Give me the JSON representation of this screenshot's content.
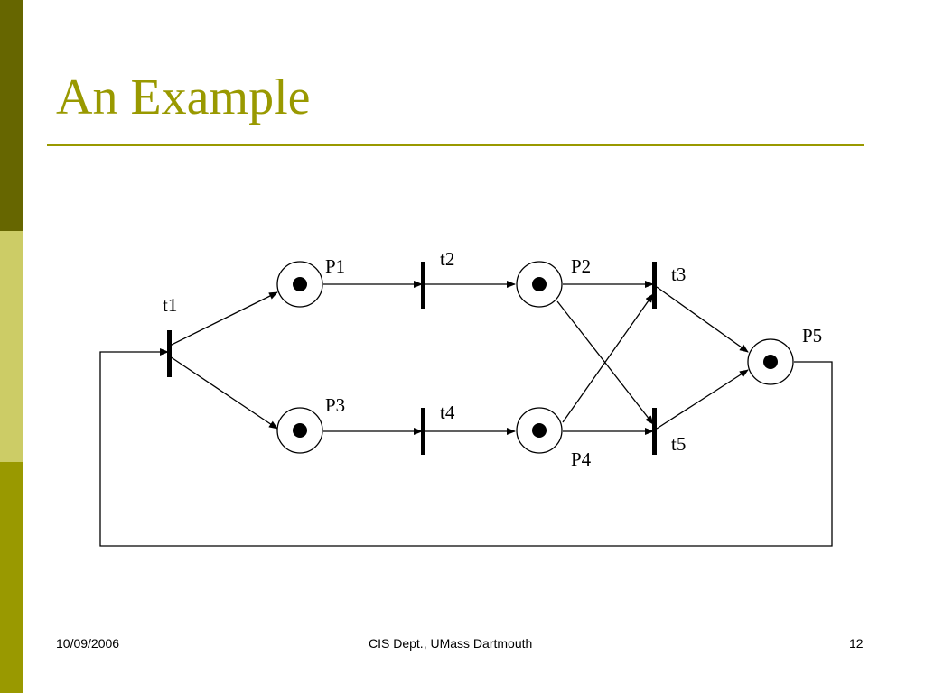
{
  "slide": {
    "title": "An Example"
  },
  "petri_net": {
    "places": [
      {
        "id": "P1",
        "label": "P1",
        "tokens": 1
      },
      {
        "id": "P2",
        "label": "P2",
        "tokens": 1
      },
      {
        "id": "P3",
        "label": "P3",
        "tokens": 1
      },
      {
        "id": "P4",
        "label": "P4",
        "tokens": 1
      },
      {
        "id": "P5",
        "label": "P5",
        "tokens": 1
      }
    ],
    "transitions": [
      {
        "id": "t1",
        "label": "t1"
      },
      {
        "id": "t2",
        "label": "t2"
      },
      {
        "id": "t3",
        "label": "t3"
      },
      {
        "id": "t4",
        "label": "t4"
      },
      {
        "id": "t5",
        "label": "t5"
      }
    ],
    "arcs": [
      {
        "from": "t1",
        "to": "P1"
      },
      {
        "from": "t1",
        "to": "P3"
      },
      {
        "from": "P1",
        "to": "t2"
      },
      {
        "from": "t2",
        "to": "P2"
      },
      {
        "from": "P3",
        "to": "t4"
      },
      {
        "from": "t4",
        "to": "P4"
      },
      {
        "from": "P2",
        "to": "t3"
      },
      {
        "from": "P2",
        "to": "t5"
      },
      {
        "from": "P4",
        "to": "t3"
      },
      {
        "from": "P4",
        "to": "t5"
      },
      {
        "from": "t3",
        "to": "P5"
      },
      {
        "from": "t5",
        "to": "P5"
      },
      {
        "from": "P5",
        "to": "t1"
      }
    ]
  },
  "footer": {
    "date": "10/09/2006",
    "center": "CIS Dept., UMass Dartmouth",
    "page": "12"
  },
  "colors": {
    "accent": "#999900",
    "sidebar_dark": "#666600",
    "sidebar_light": "#cccc66"
  }
}
